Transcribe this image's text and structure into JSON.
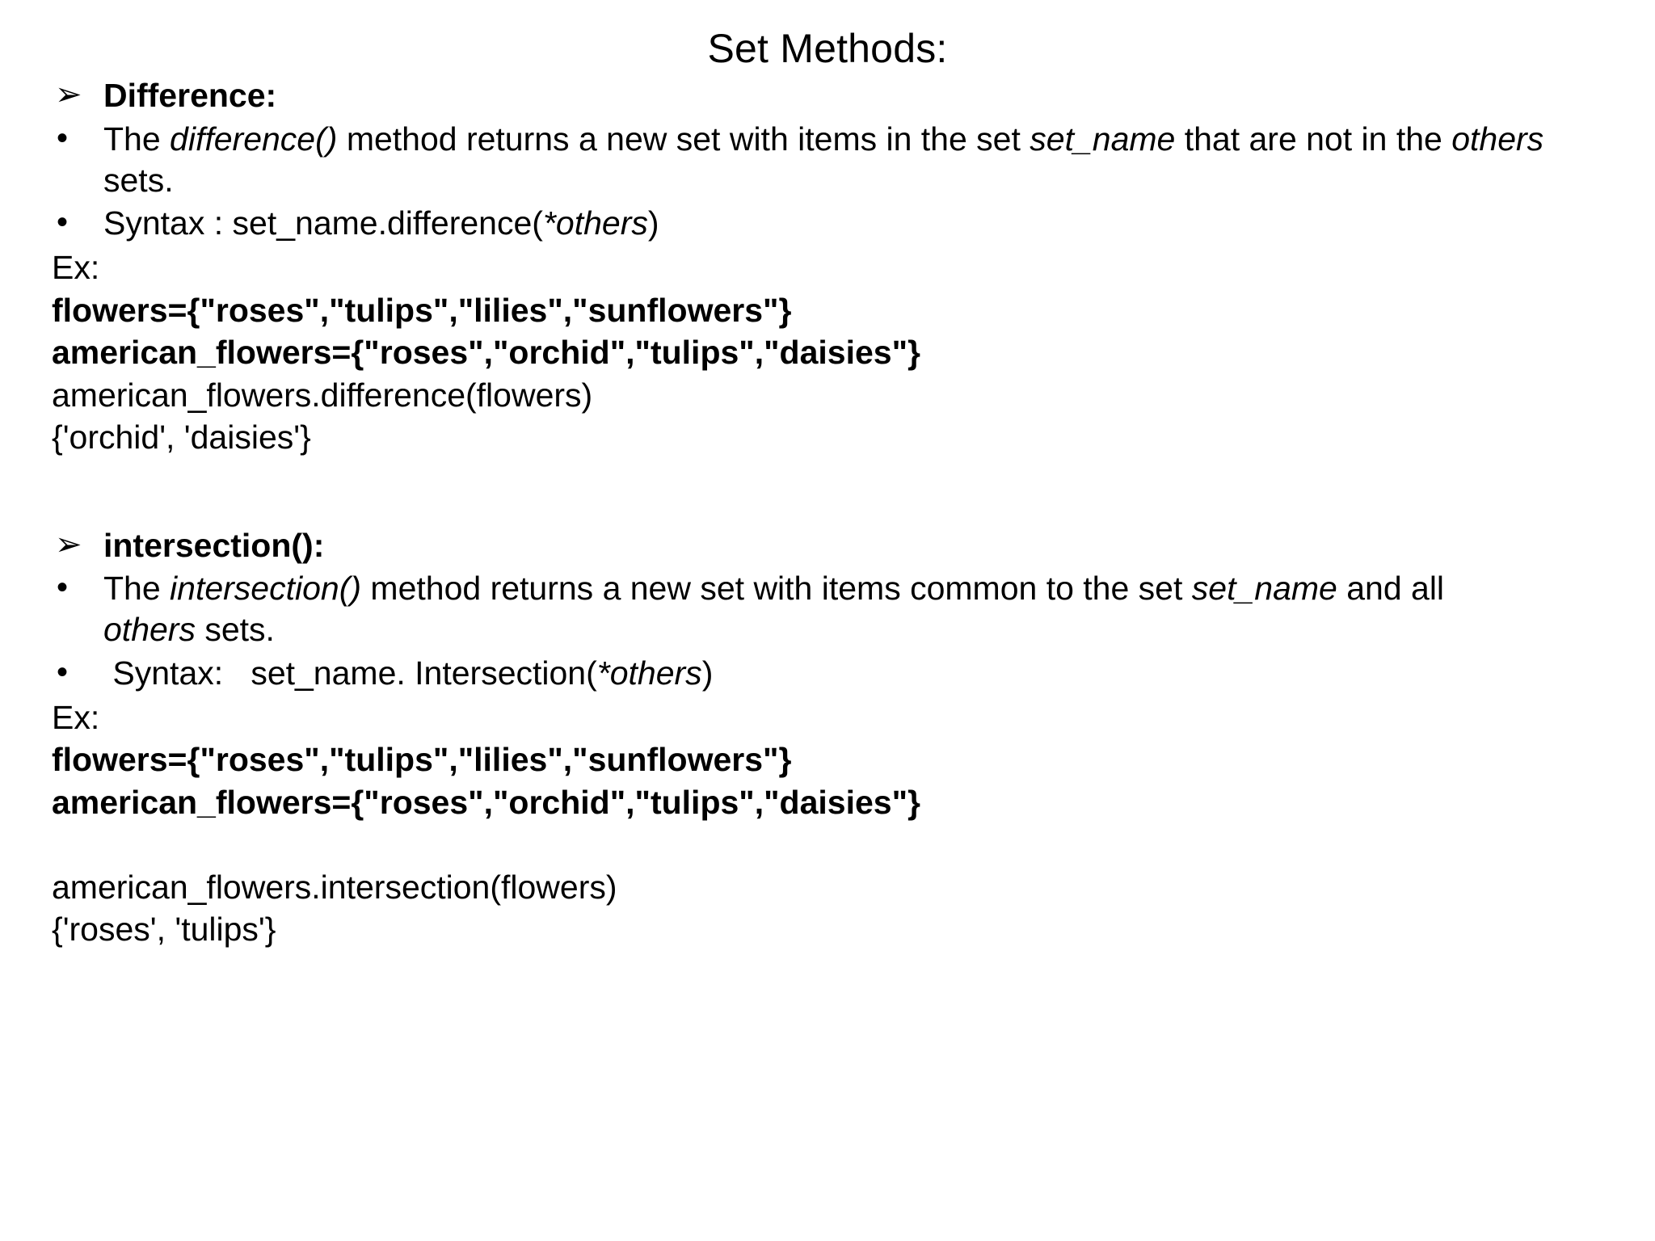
{
  "slide": {
    "title": "Set Methods:",
    "sections": [
      {
        "id": "difference",
        "arrow_glyph": "➢",
        "heading": "Difference:",
        "bullets": [
          {
            "glyph": "•",
            "parts": [
              {
                "text": "The ",
                "style": "normal"
              },
              {
                "text": "difference()",
                "style": "italic"
              },
              {
                "text": " method returns a new set with items in the set ",
                "style": "normal"
              },
              {
                "text": "set_name",
                "style": "italic"
              },
              {
                "text": " that are not in the ",
                "style": "normal"
              },
              {
                "text": "others",
                "style": "italic"
              },
              {
                "text": " sets.",
                "style": "normal"
              }
            ]
          },
          {
            "glyph": "•",
            "parts": [
              {
                "text": "Syntax : set_name.difference(",
                "style": "normal"
              },
              {
                "text": "*others",
                "style": "italic"
              },
              {
                "text": ")",
                "style": "normal"
              }
            ]
          }
        ],
        "example_label": "Ex:",
        "code_lines": [
          {
            "text": "flowers={\"roses\",\"tulips\",\"lilies\",\"sunflowers\"}",
            "bold": true
          },
          {
            "text": "american_flowers={\"roses\",\"orchid\",\"tulips\",\"daisies\"}",
            "bold": true
          },
          {
            "text": "american_flowers.difference(flowers)",
            "bold": false
          },
          {
            "text": "{'orchid', 'daisies'}",
            "bold": false
          }
        ]
      },
      {
        "id": "intersection",
        "arrow_glyph": "➢",
        "heading": "intersection():",
        "bullets": [
          {
            "glyph": "•",
            "parts": [
              {
                "text": "The ",
                "style": "normal"
              },
              {
                "text": "intersection()",
                "style": "italic"
              },
              {
                "text": " method returns a new set with items common to the set ",
                "style": "normal"
              },
              {
                "text": "set_name",
                "style": "italic"
              },
              {
                "text": " and all ",
                "style": "normal"
              },
              {
                "text": "others",
                "style": "italic"
              },
              {
                "text": " sets.",
                "style": "normal"
              }
            ]
          },
          {
            "glyph": "•",
            "parts": [
              {
                "text": " Syntax:   set_name. Intersection(",
                "style": "normal"
              },
              {
                "text": "*others",
                "style": "italic"
              },
              {
                "text": ")",
                "style": "normal"
              }
            ]
          }
        ],
        "example_label": "Ex:",
        "code_lines": [
          {
            "text": "flowers={\"roses\",\"tulips\",\"lilies\",\"sunflowers\"}",
            "bold": true
          },
          {
            "text": "american_flowers={\"roses\",\"orchid\",\"tulips\",\"daisies\"}",
            "bold": true
          },
          {
            "text": "",
            "bold": false
          },
          {
            "text": "american_flowers.intersection(flowers)",
            "bold": false
          },
          {
            "text": "{'roses', 'tulips'}",
            "bold": false
          }
        ]
      }
    ]
  },
  "colors": {
    "background": "#ffffff",
    "text": "#000000"
  }
}
